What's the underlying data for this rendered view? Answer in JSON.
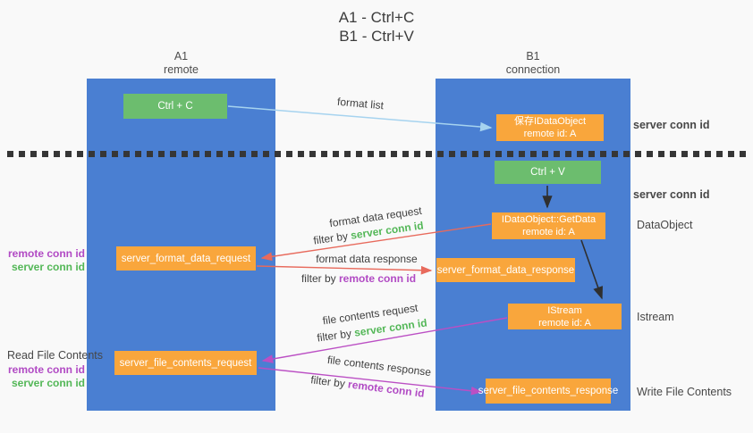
{
  "title": {
    "line1": "A1 - Ctrl+C",
    "line2": "B1 - Ctrl+V"
  },
  "columns": {
    "left": {
      "id": "A1",
      "role": "remote"
    },
    "right": {
      "id": "B1",
      "role": "connection"
    }
  },
  "nodes": {
    "ctrl_c": {
      "label": "Ctrl + C"
    },
    "ctrl_v": {
      "label": "Ctrl + V"
    },
    "save_dataobject": {
      "line1": "保存IDataObject",
      "line2": "remote id: A"
    },
    "getdata": {
      "line1": "IDataObject::GetData",
      "line2": "remote id: A"
    },
    "istream": {
      "line1": "IStream",
      "line2": "remote id: A"
    },
    "format_request": {
      "label": "server_format_data_request"
    },
    "format_response": {
      "label": "server_format_data_response"
    },
    "file_request": {
      "label": "server_file_contents_request"
    },
    "file_response": {
      "label": "server_file_contents_response"
    }
  },
  "edge_labels": {
    "format_list": "format list",
    "format_data_request": "format data request",
    "format_data_request_filter": {
      "prefix": "filter by",
      "key": "server conn id"
    },
    "format_data_response": "format data response",
    "format_data_response_filter": {
      "prefix": "filter by",
      "key": "remote conn id"
    },
    "file_contents_request": "file contents request",
    "file_contents_request_filter": {
      "prefix": "filter by",
      "key": "server conn id"
    },
    "file_contents_response": "file contents response",
    "file_contents_response_filter": {
      "prefix": "filter by",
      "key": "remote conn id"
    }
  },
  "side_labels": {
    "server_conn_id_top": "server conn id",
    "server_conn_id_mid": "server conn id",
    "dataobject": "DataObject",
    "istream": "Istream",
    "write_file_contents": "Write File Contents",
    "read_file_contents": "Read File Contents",
    "format_pair": {
      "remote": "remote conn id",
      "server": "server conn id"
    },
    "file_pair": {
      "remote": "remote conn id",
      "server": "server conn id"
    }
  },
  "colors": {
    "column_blue": "#4a7fd2",
    "node_green": "#6cbd6e",
    "node_orange": "#f9a63c",
    "label_green": "#53b757",
    "label_purple": "#b14ac4",
    "arrow_red": "#e86a5c",
    "arrow_magenta": "#bb4fc4",
    "arrow_light_blue": "#a6d3ef",
    "arrow_black": "#2f2f2f"
  }
}
